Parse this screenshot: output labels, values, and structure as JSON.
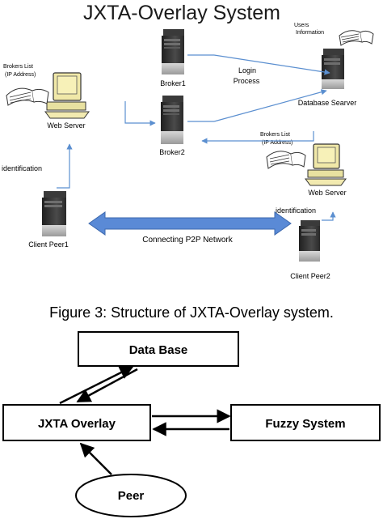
{
  "top_figure": {
    "title": "JXTA-Overlay System",
    "nodes": {
      "broker1": "Broker1",
      "broker2": "Broker2",
      "web_server_left": "Web Server",
      "web_server_right": "Web Server",
      "database_server": "Database Searver",
      "client_peer1": "Client Peer1",
      "client_peer2": "Client Peer2"
    },
    "annotations": {
      "brokers_list_left": [
        "Brokers List",
        "(IP Address)"
      ],
      "brokers_list_right": [
        "Brokers List",
        "(IP Address)"
      ],
      "users_information": [
        "Users",
        "Information"
      ],
      "login_process": [
        "Login",
        "Process"
      ],
      "identification_left": "identification",
      "identification_right": "identification",
      "p2p_network": "Connecting P2P Network"
    }
  },
  "caption": "Figure 3: Structure of JXTA-Overlay system.",
  "bottom_figure": {
    "data_base": "Data Base",
    "jxta_overlay": "JXTA Overlay",
    "fuzzy_system": "Fuzzy System",
    "peer": "Peer"
  },
  "colors": {
    "arrow_blue": "#5b8fd0",
    "p2p_fill": "#5a8ad6",
    "server_dark": "#2e2e2e",
    "text": "#1a1a1a"
  }
}
